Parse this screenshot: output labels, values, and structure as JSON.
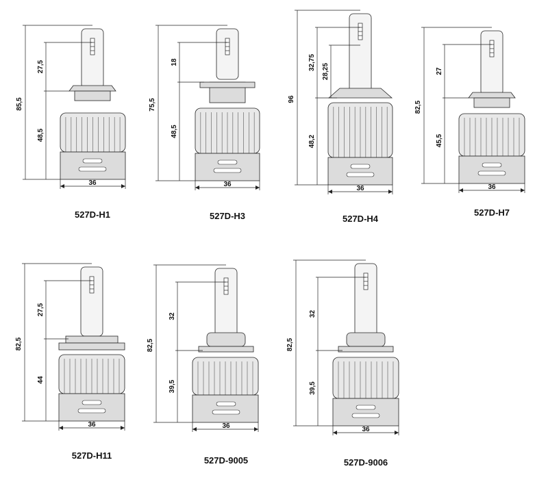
{
  "bulbs": [
    {
      "model": "527D-H1",
      "total": "85,5",
      "upper": "27,5",
      "lower": "48,5",
      "width": "36"
    },
    {
      "model": "527D-H3",
      "total": "75,5",
      "upper": "18",
      "lower": "48,5",
      "width": "36"
    },
    {
      "model": "527D-H4",
      "total": "96",
      "upper": "32,75",
      "upper2": "28,25",
      "lower": "48,2",
      "width": "36"
    },
    {
      "model": "527D-H7",
      "total": "82,5",
      "upper": "27",
      "lower": "45,5",
      "width": "36"
    },
    {
      "model": "527D-H11",
      "total": "82,5",
      "upper": "27,5",
      "lower": "44",
      "width": "36"
    },
    {
      "model": "527D-9005",
      "total": "82,5",
      "upper": "32",
      "lower": "39,5",
      "width": "36"
    },
    {
      "model": "527D-9006",
      "total": "82,5",
      "upper": "32",
      "lower": "39,5",
      "width": "36"
    }
  ]
}
